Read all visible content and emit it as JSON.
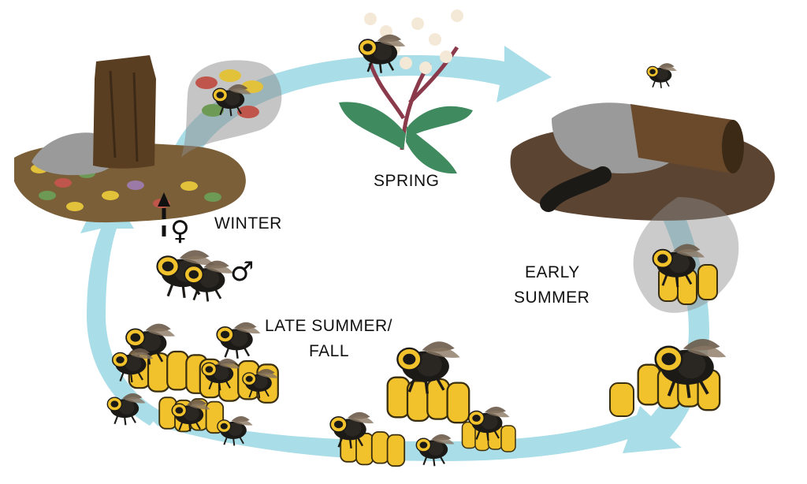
{
  "stages": {
    "spring": "SPRING",
    "winter": "WINTER",
    "early_summer_line1": "EARLY",
    "early_summer_line2": "SUMMER",
    "late_summer_line1": "LATE SUMMER/",
    "late_summer_line2": "FALL"
  },
  "symbols": {
    "female": "♀",
    "male": "♂"
  },
  "colors": {
    "cycle_arrow": "#a9dde7",
    "bee_yellow": "#f2c22c",
    "bee_black": "#1c1a17",
    "bark_brown": "#5a3e22",
    "leaf_green": "#3f8a5f",
    "rock_grey": "#9a9a9a",
    "shadow_bubble": "#8b8b8b"
  },
  "icons": [
    "bumblebee-icon",
    "flower-branch-icon",
    "log-nest-icon",
    "tree-stump-icon",
    "honey-pot-icon",
    "brood-cell-icon"
  ]
}
